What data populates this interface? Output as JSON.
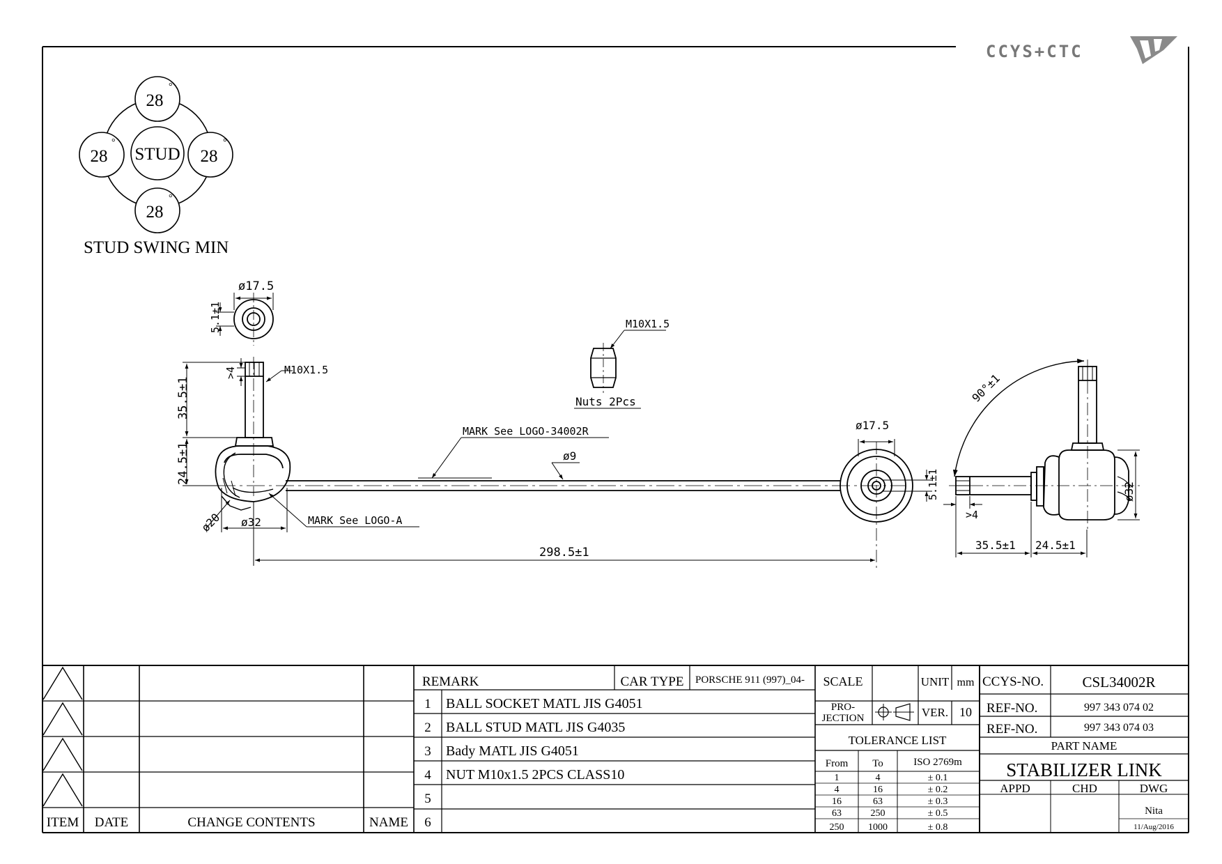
{
  "logo": {
    "text": "CCYS+CTC"
  },
  "swing": {
    "center": "STUD",
    "top": "28",
    "left": "28",
    "right": "28",
    "bottom": "28",
    "deg": "°",
    "caption": "STUD SWING MIN"
  },
  "dims": {
    "top_dia": "ø17.5",
    "top_tol": "5.1±1",
    "thread_left": "M10X1.5",
    "gap_left": ">4",
    "stud_len_left": "35.5±1",
    "body_len_left": "24.5±1",
    "dia_20": "ø20",
    "dia_32_left": "ø32",
    "logo_a": "MARK See LOGO-A",
    "mark_logo": "MARK See LOGO-34002R",
    "rod_dia": "ø9",
    "length": "298.5±1",
    "nut_thread": "M10X1.5",
    "nuts": "Nuts 2Pcs",
    "right_eye_dia": "ø17.5",
    "right_tol": "5.1±1",
    "angle": "90°±1",
    "dia_32_right": "ø32",
    "gap_right": ">4",
    "stud_len_right": "35.5±1",
    "body_len_right": "24.5±1"
  },
  "table": {
    "rev_headers": {
      "item": "ITEM",
      "date": "DATE",
      "change": "CHANGE CONTENTS",
      "name": "NAME"
    },
    "remark_label": "REMARK",
    "car_type_label": "CAR TYPE",
    "car_type_value": "PORSCHE 911 (997)_04-",
    "remarks": [
      {
        "no": "1",
        "text": "BALL SOCKET MATL JIS G4051"
      },
      {
        "no": "2",
        "text": "BALL STUD MATL JIS G4035"
      },
      {
        "no": "3",
        "text": "Bady MATL JIS G4051"
      },
      {
        "no": "4",
        "text": "NUT M10x1.5 2PCS CLASS10"
      },
      {
        "no": "5",
        "text": ""
      },
      {
        "no": "6",
        "text": ""
      }
    ],
    "scale_label": "SCALE",
    "unit_label": "UNIT",
    "unit_value": "mm",
    "projection_line1": "PRO-",
    "projection_line2": "JECTION",
    "ver_label": "VER.",
    "ver_value": "10",
    "tolerance_title": "TOLERANCE LIST",
    "tol_headers": {
      "from": "From",
      "to": "To",
      "iso": "ISO 2769m"
    },
    "tolerances": [
      {
        "from": "1",
        "to": "4",
        "tol": "± 0.1"
      },
      {
        "from": "4",
        "to": "16",
        "tol": "± 0.2"
      },
      {
        "from": "16",
        "to": "63",
        "tol": "± 0.3"
      },
      {
        "from": "63",
        "to": "250",
        "tol": "± 0.5"
      },
      {
        "from": "250",
        "to": "1000",
        "tol": "± 0.8"
      }
    ],
    "ccys_label": "CCYS-NO.",
    "ccys_value": "CSL34002R",
    "ref1_label": "REF-NO.",
    "ref1_value": "997 343 074 02",
    "ref2_label": "REF-NO.",
    "ref2_value": "997 343 074 03",
    "part_name_label": "PART NAME",
    "part_name_value": "STABILIZER LINK",
    "appd_label": "APPD",
    "chd_label": "CHD",
    "dwg_label": "DWG",
    "dwg_name": "Nita",
    "dwg_date": "11/Aug/2016"
  }
}
